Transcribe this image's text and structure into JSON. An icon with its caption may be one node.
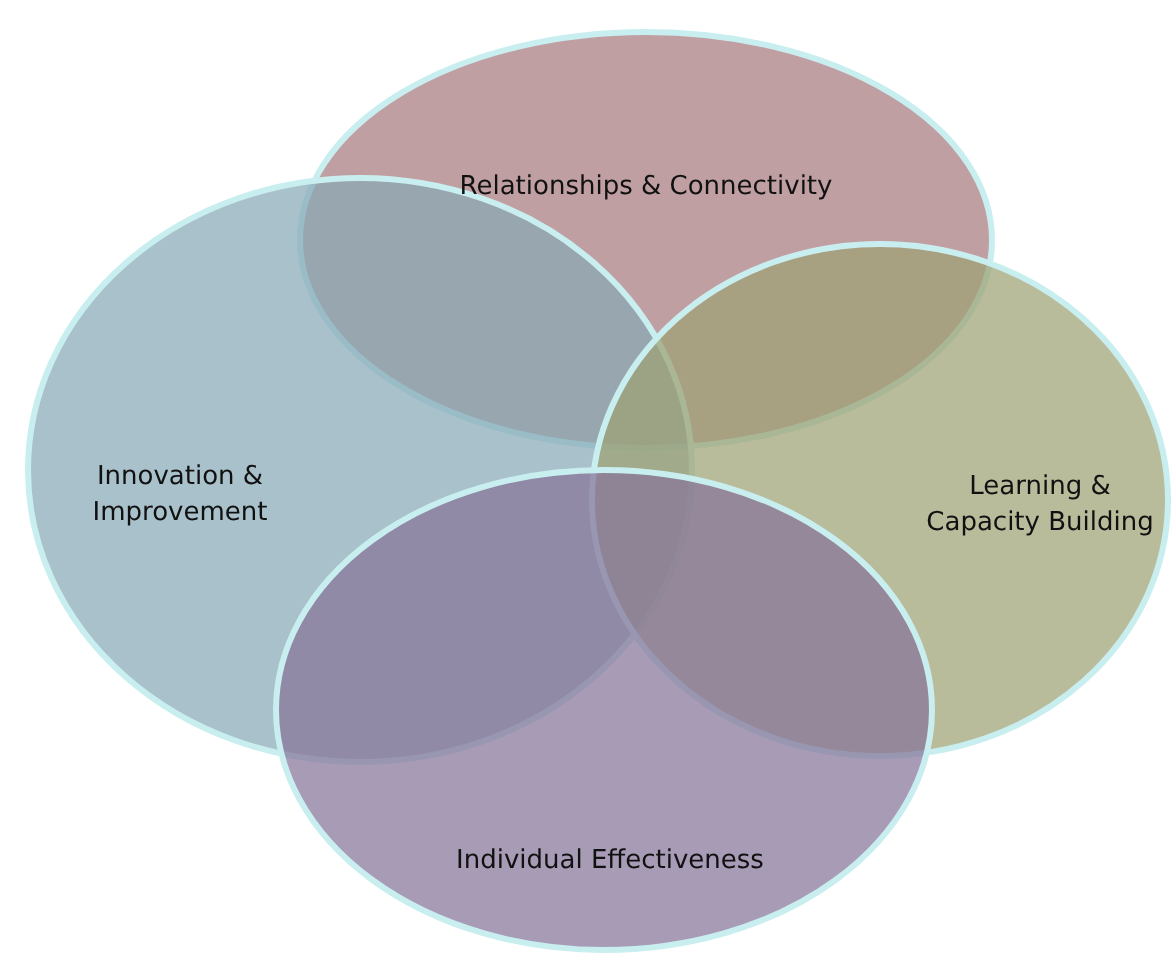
{
  "diagram": {
    "nodes": [
      {
        "text": [
          "Relationships & Connectivity"
        ]
      },
      {
        "text": [
          "Innovation & Improvement"
        ]
      },
      {
        "text": [
          "Learning & Capacity Building"
        ]
      },
      {
        "text": [
          "Individual Effectiveness"
        ]
      }
    ]
  }
}
